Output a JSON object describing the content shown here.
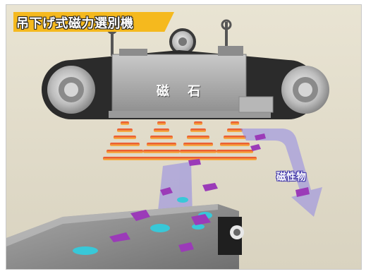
{
  "title": "吊下げ式磁力選別機",
  "magnet_label": "磁 石",
  "magnetic_material_label": "磁性物",
  "colors": {
    "title_badge": "#f5b91e",
    "belt": "#2b2b2b",
    "magnet_body": "#a9a9a9",
    "field_waves": "#f08a2a",
    "flow_arrow": "#8f86e6",
    "particles_magnetic": "#9b3bb8",
    "particles_nonmagnetic": "#38c8d8"
  }
}
